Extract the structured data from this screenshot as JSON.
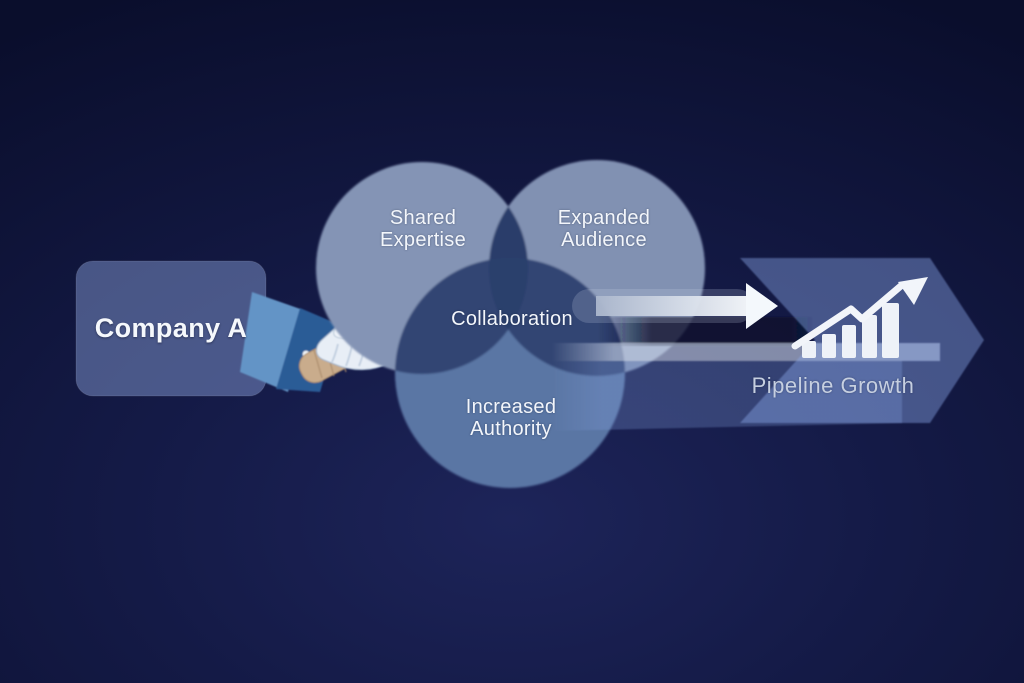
{
  "diagram": {
    "title_implicit": "Partnership collaboration flow",
    "company_box": {
      "label": "Company A"
    },
    "handshake": {
      "icon": "handshake-icon"
    },
    "venn": {
      "circles": [
        {
          "label": "Shared Expertise"
        },
        {
          "label": "Expanded Audience"
        },
        {
          "label": "Increased Authority"
        }
      ],
      "center_label": "Collaboration"
    },
    "flow": {
      "outcome_label": "Pipeline Growth",
      "icons": [
        "flow-arrow-icon",
        "banner-arrow-icon",
        "bar-chart-icon",
        "trend-arrow-icon"
      ]
    },
    "colors": {
      "background_dark": "#0a0e2c",
      "background_glow": "#1d2459",
      "circle_top_fill": "#8494b5",
      "circle_bottom_fill": "#5a76a4",
      "overlap_dark": "#2b3e6a",
      "banner_fill": "#46598a",
      "box_fill": "#55689b",
      "text_light": "#f3f6fb",
      "pipeline_text": "#c6cfe0",
      "sleeve_light_blue": "#6394c6",
      "sleeve_dark_blue": "#2b5c96",
      "sleeve_gray_blue": "#7e93b4",
      "hand_pale": "#e8eef6",
      "hand_tan": "#c9ac8c",
      "white_arrow": "#f4f8fc"
    }
  }
}
